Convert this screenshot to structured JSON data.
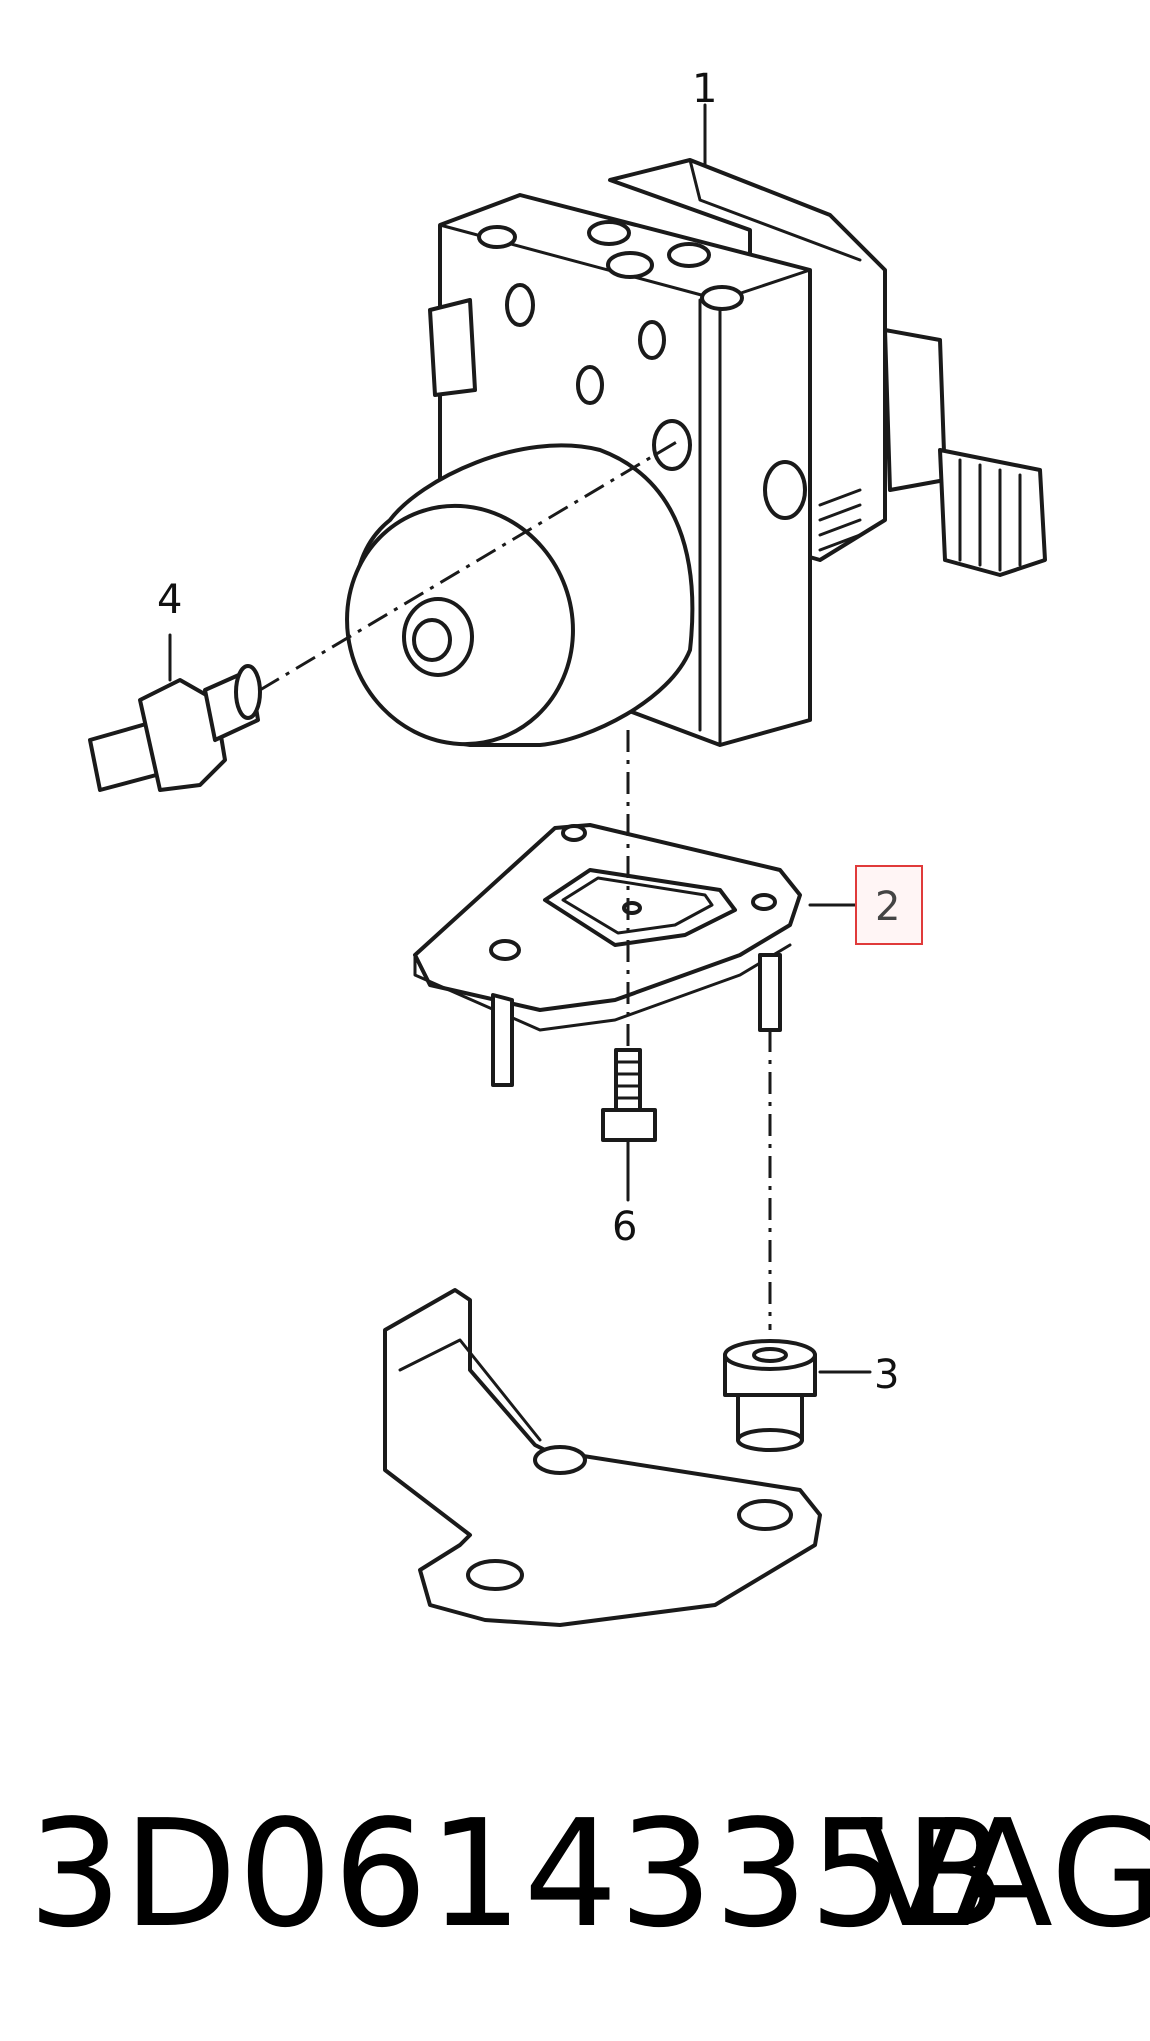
{
  "diagram": {
    "callouts": [
      {
        "id": "1",
        "label": "1"
      },
      {
        "id": "2",
        "label": "2"
      },
      {
        "id": "3",
        "label": "3"
      },
      {
        "id": "4",
        "label": "4"
      },
      {
        "id": "6",
        "label": "6"
      }
    ],
    "highlight_color": "#e03a3a"
  },
  "footer": {
    "part_number": "3D0614335B",
    "brand": "VAG"
  }
}
